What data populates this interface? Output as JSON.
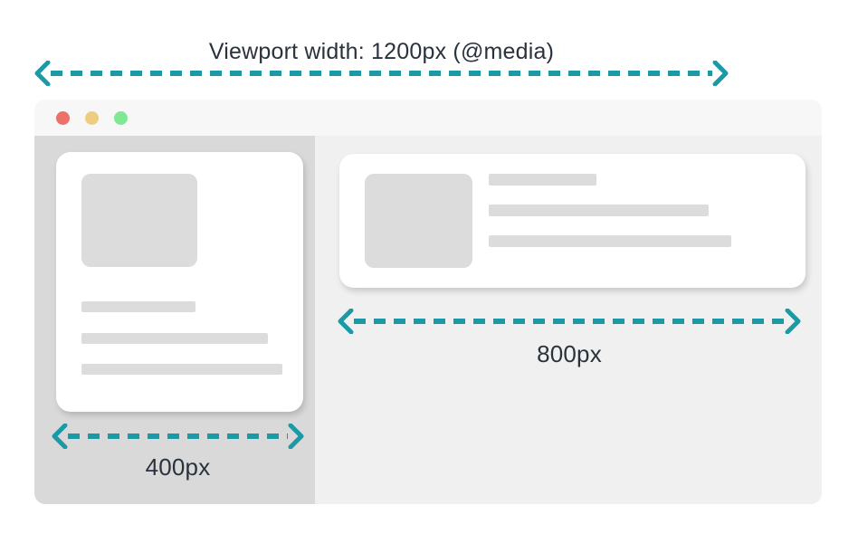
{
  "colors": {
    "accent-teal": "#1b9aa6",
    "text-dark": "#2a323c",
    "page-bg": "#ffffff",
    "titlebar-bg": "#f7f7f7",
    "left-panel-bg": "#d9d9d9",
    "right-panel-bg": "#f0f0f0",
    "card-bg": "#ffffff",
    "placeholder-gray": "#dcdcdc",
    "dot-red": "#ec7267",
    "dot-yellow": "#eecd82",
    "dot-green": "#80e794"
  },
  "annotations": {
    "viewport_width": {
      "label": "Viewport width: 1200px (@media)"
    },
    "left_column_width": {
      "label": "400px"
    },
    "right_column_width": {
      "label": "800px"
    }
  },
  "browser_window": {
    "traffic_lights": [
      {
        "name": "close-dot",
        "color": "#ec7267"
      },
      {
        "name": "minimize-dot",
        "color": "#eecd82"
      },
      {
        "name": "zoom-dot",
        "color": "#80e794"
      }
    ],
    "layout": {
      "left_column_label": "400px",
      "right_column_label": "800px"
    }
  }
}
